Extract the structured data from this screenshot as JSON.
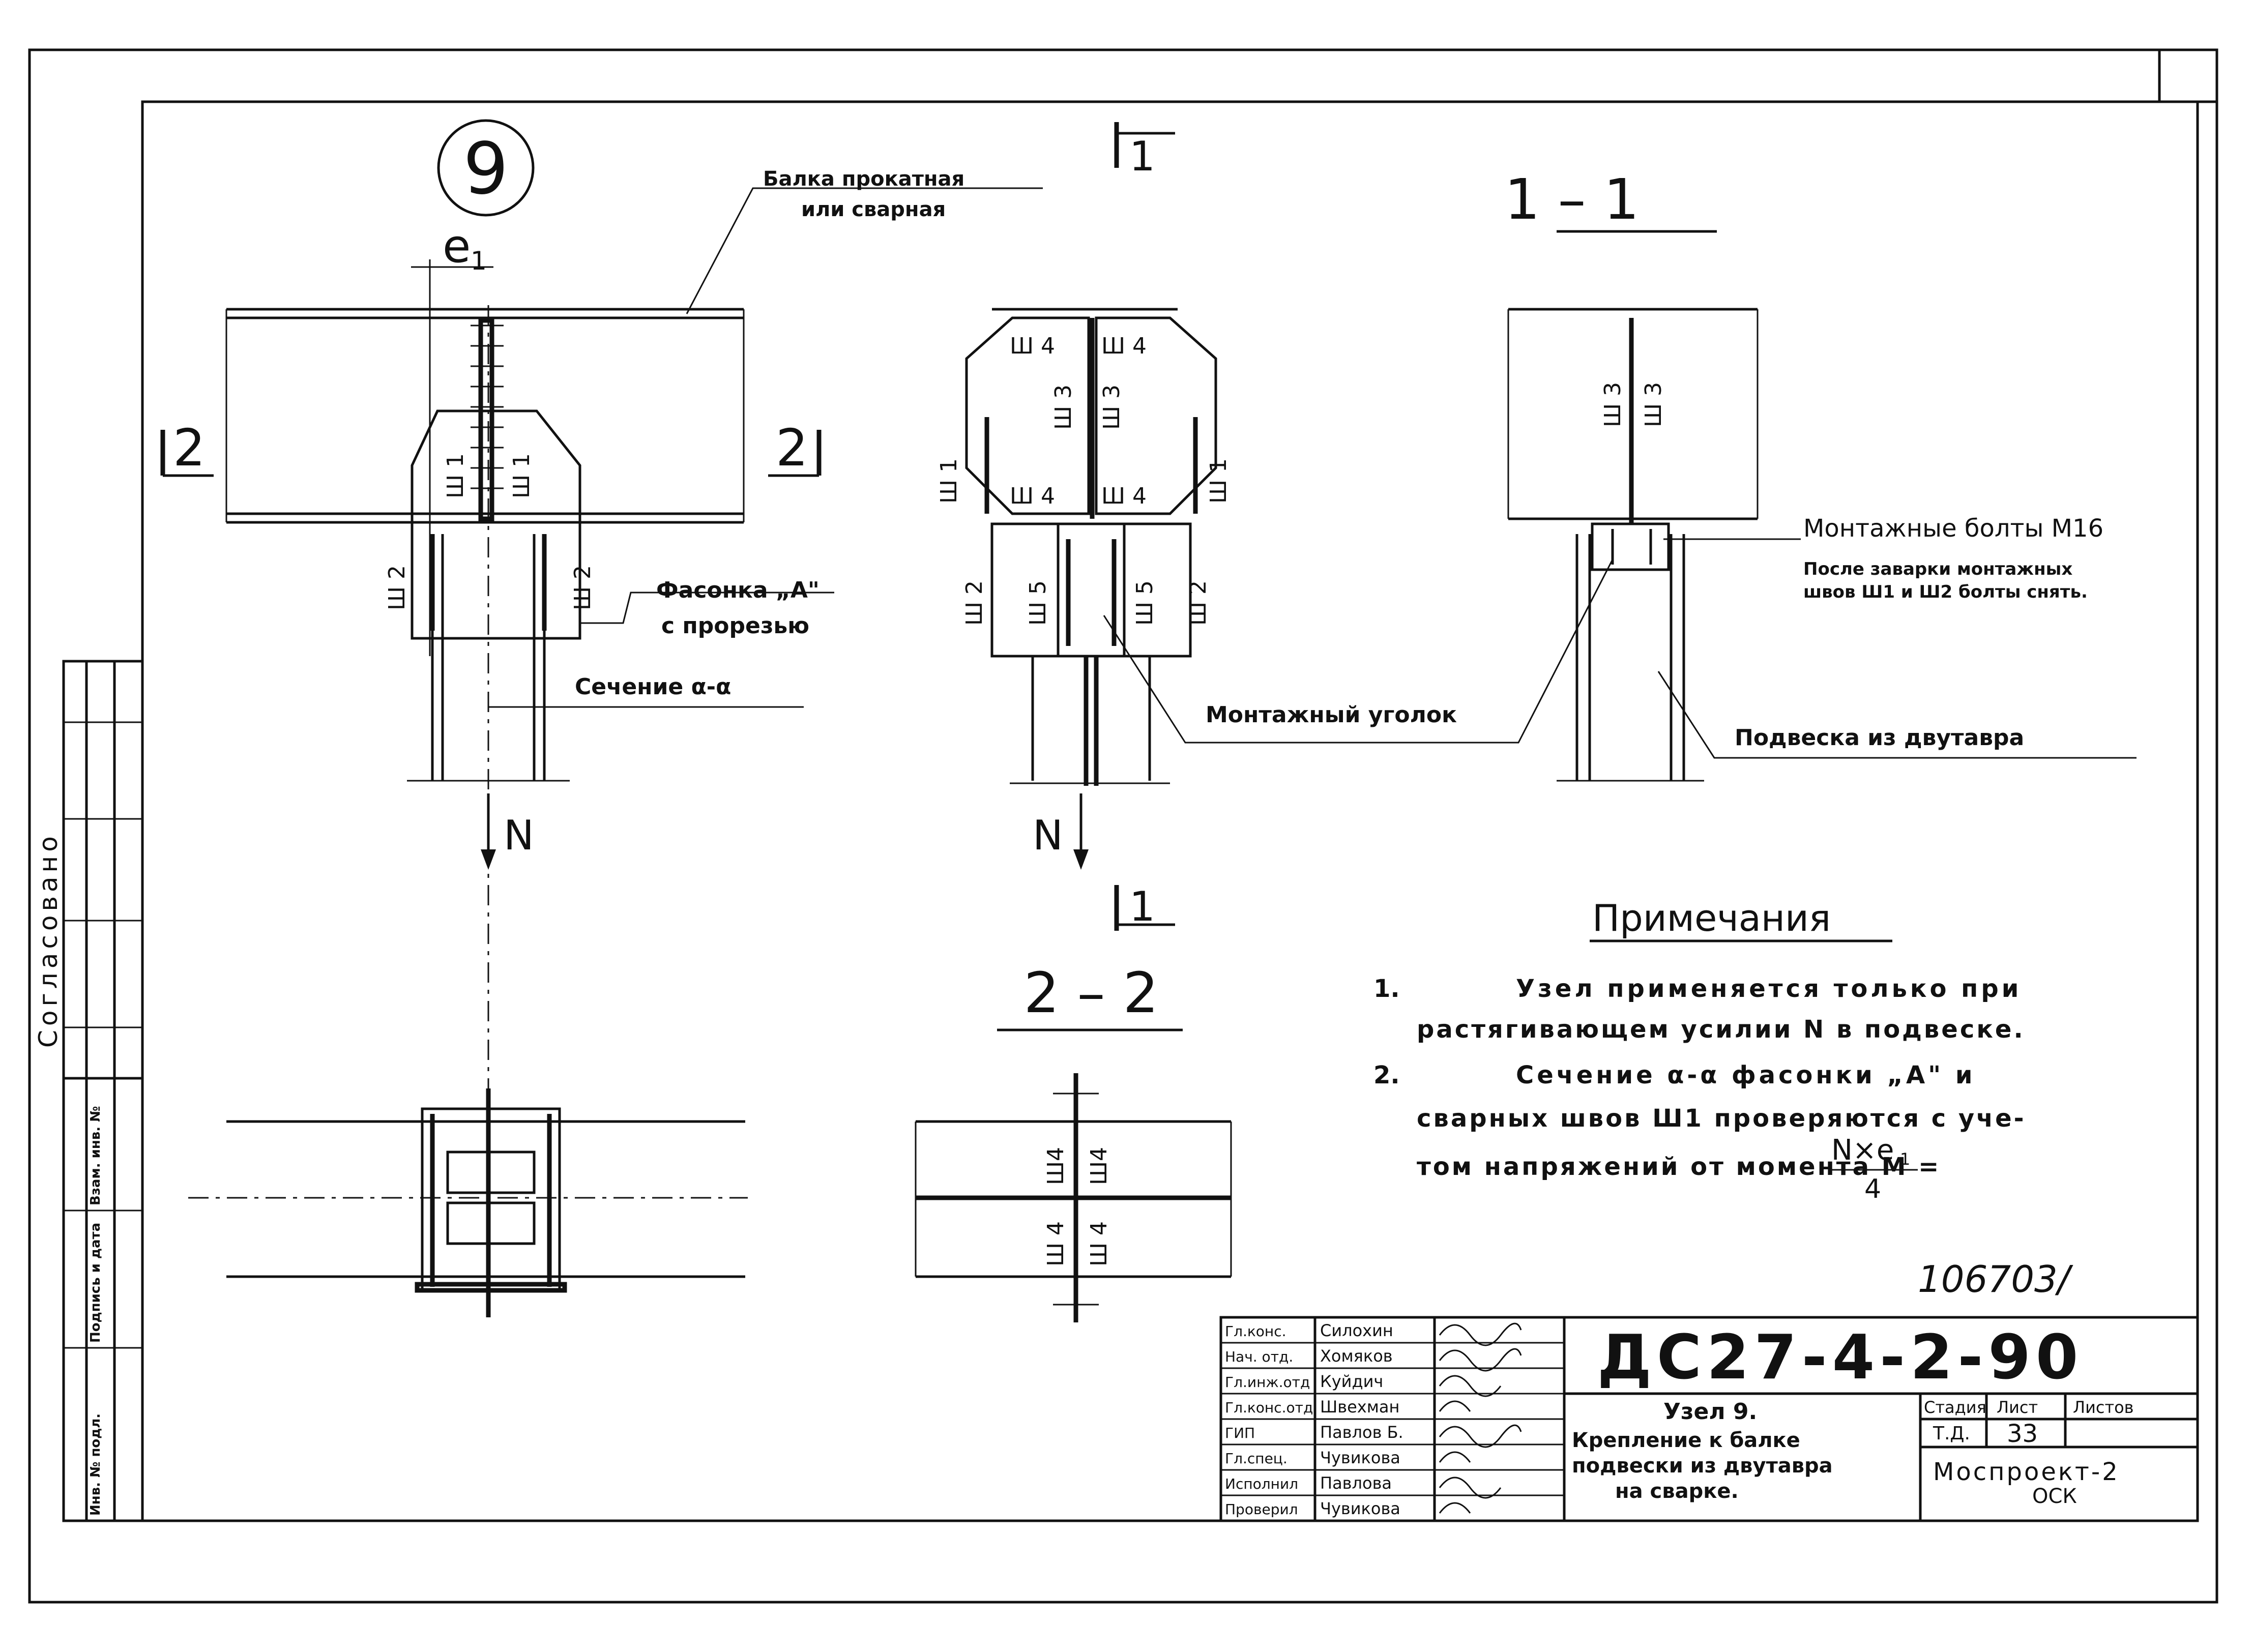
{
  "node_number": "9",
  "labels": {
    "beam": [
      "Балка прокатная",
      "или сварная"
    ],
    "e1": "e",
    "e1_sub": "1",
    "section_mark_1": "1",
    "section_mark_2": "2",
    "weld_sh1": "Ш 1",
    "weld_sh2": "Ш 2",
    "weld_sh3": "Ш 3",
    "weld_sh4": "Ш 4",
    "weld_sh5": "Ш 5",
    "weld_sh4_narrow": "Ш4",
    "gusset": "Фасонка „А\"",
    "gusset_sub": "с прорезью",
    "section_aa": "Сечение α-α",
    "force": "N",
    "mount_angle": "Монтажный уголок",
    "mount_bolts": "Монтажные болты М16",
    "bolts_note": [
      "После заварки монтажных",
      "швов Ш1 и Ш2 болты снять."
    ],
    "hanger": "Подвеска из двутавра",
    "view_1_1": "1 – 1",
    "view_2_2": "2 – 2"
  },
  "notes": {
    "title": "Примечания",
    "items": [
      {
        "num": "1.",
        "lines": [
          "Узел применяется только при",
          "растягивающем усилии N в подвеске."
        ]
      },
      {
        "num": "2.",
        "lines": [
          "Сечение α-α фасонки „А\" и",
          "сварных швов Ш1 проверяются с уче-",
          "том напряжений от момента М ="
        ]
      }
    ],
    "formula_num": "N×e",
    "formula_sub": "1",
    "formula_den": "4"
  },
  "stamp_number": "106703/",
  "side_strip": {
    "agreed": "Согласовано",
    "fields": [
      "Инв. № подл.",
      "Подпись и дата",
      "Взам. инв. №"
    ]
  },
  "title_block": {
    "doc_code": "ДС27-4-2-90",
    "roles": [
      {
        "role": "Гл.конс.",
        "name": "Силохин"
      },
      {
        "role": "Нач. отд.",
        "name": "Хомяков"
      },
      {
        "role": "Гл.инж.отд",
        "name": "Куйдич"
      },
      {
        "role": "Гл.конс.отд",
        "name": "Швехман"
      },
      {
        "role": "ГИП",
        "name": "Павлов Б."
      },
      {
        "role": "Гл.спец.",
        "name": "Чувикова"
      },
      {
        "role": "Исполнил",
        "name": "Павлова"
      },
      {
        "role": "Проверил",
        "name": "Чувикова"
      }
    ],
    "title_lines": [
      "Узел 9.",
      "Крепление к балке",
      "подвески из двутавра",
      "на сварке."
    ],
    "stage_head": "Стадия",
    "sheet_head": "Лист",
    "sheets_head": "Листов",
    "stage": "Т.Д.",
    "sheet": "33",
    "sheets": "",
    "org": [
      "Моспроект-2",
      "ОСК"
    ]
  }
}
